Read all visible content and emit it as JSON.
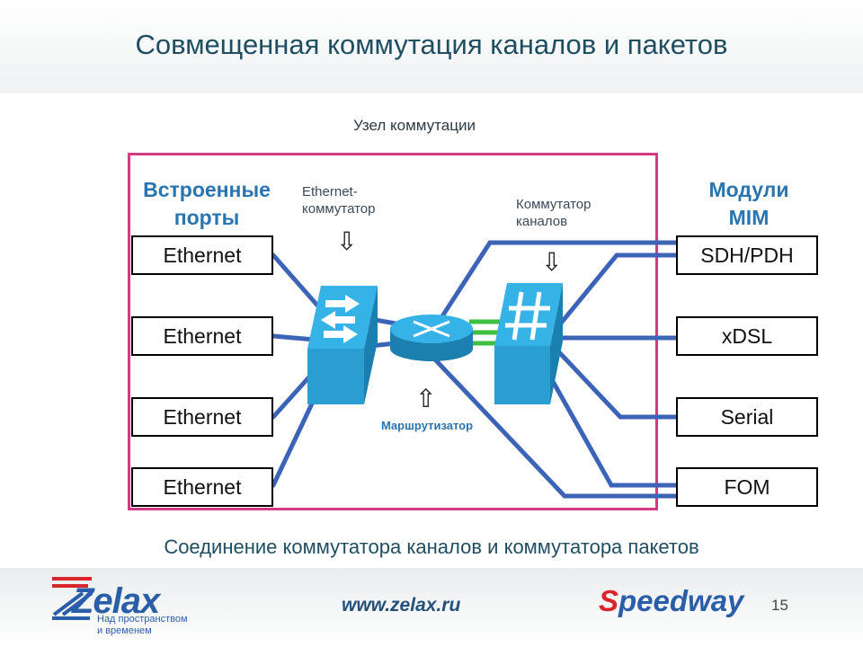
{
  "header": {
    "title": "Совмещенная коммутация каналов и пакетов"
  },
  "node": {
    "label": "Узел коммутации"
  },
  "ports": {
    "title_line1": "Встроенные",
    "title_line2": "порты",
    "items": [
      "Ethernet",
      "Ethernet",
      "Ethernet",
      "Ethernet"
    ]
  },
  "modules": {
    "title_line1": "Модули",
    "title_line2": "MIM",
    "items": [
      "SDH/PDH",
      "xDSL",
      "Serial",
      "FOM"
    ]
  },
  "ethernet_switch": {
    "label_line1": "Ethernet-",
    "label_line2": "коммутатор",
    "icon": "ethernet-switch-icon"
  },
  "channel_switch": {
    "label_line1": "Коммутатор",
    "label_line2": "каналов",
    "icon": "channel-switch-icon"
  },
  "router": {
    "label": "Маршрутизатор",
    "icon": "router-icon"
  },
  "caption": "Соединение коммутатора каналов и коммутатора пакетов",
  "footer": {
    "website": "www.zelax.ru",
    "logo_text": "Zelax",
    "logo_tagline_1": "Над пространством",
    "logo_tagline_2": "и временем",
    "brand_first": "S",
    "brand_rest": "peedway",
    "page_number": "15"
  },
  "colors": {
    "title": "#1f4e62",
    "accent_blue": "#2a74b0",
    "frame": "#d33a86",
    "line": "#3b63b8",
    "device": "#2ea3d6",
    "link_green": "#3fbf3f"
  }
}
